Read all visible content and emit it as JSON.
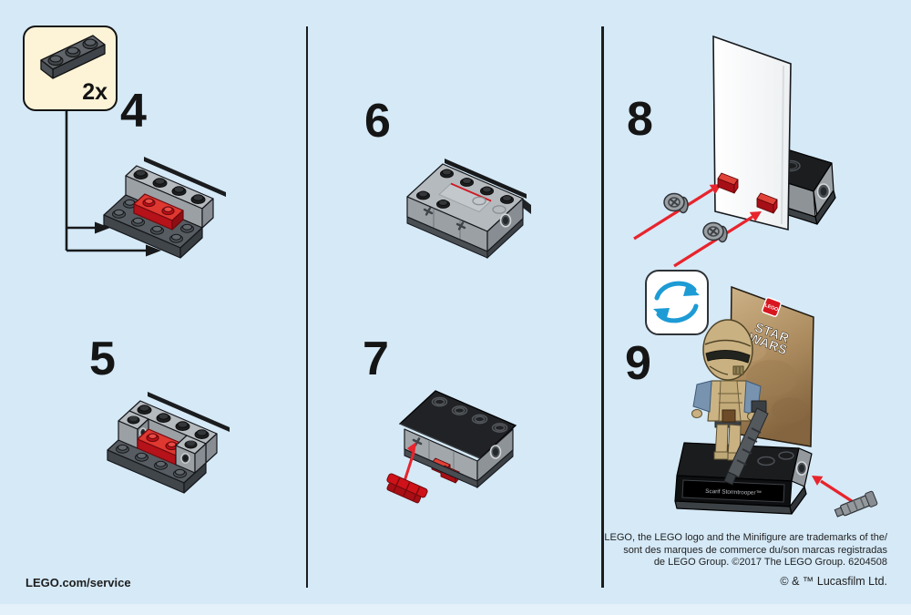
{
  "page": {
    "background_color": "#d5e9f7",
    "divider_color": "#1b1d1f"
  },
  "parts_callout": {
    "quantity": "2x",
    "part": "dark-gray-plate-1x3"
  },
  "steps": [
    {
      "label": "4"
    },
    {
      "label": "5"
    },
    {
      "label": "6"
    },
    {
      "label": "7"
    },
    {
      "label": "8"
    },
    {
      "label": "9"
    }
  ],
  "step9": {
    "card_brand": "LEGO",
    "card_title_line1": "STAR",
    "card_title_line2": "WARS",
    "nameplate": "Scarif Stormtrooper™"
  },
  "icons": {
    "rotate_icon": "rotate-arrows",
    "black_arrow": "build-direction-arrow",
    "red_arrow": "insert-direction-arrow"
  },
  "colors": {
    "lego_red": "#dd1a21",
    "rotate_blue": "#1d9bd5",
    "brick_light_gray": "#b5babe",
    "brick_mid_gray": "#9ba0a5",
    "plate_dark_gray": "#4a4f54",
    "callout_cream": "#fdf3d7"
  },
  "legal": {
    "lines": [
      "LEGO, the LEGO logo and the Minifigure are trademarks of the/",
      "sont des marques de commerce du/son marcas registradas",
      "de LEGO Group. ©2017 The LEGO Group. 6204508"
    ]
  },
  "footer": {
    "service_url": "LEGO.com/service",
    "lucasfilm": "© & ™ Lucasfilm Ltd."
  }
}
